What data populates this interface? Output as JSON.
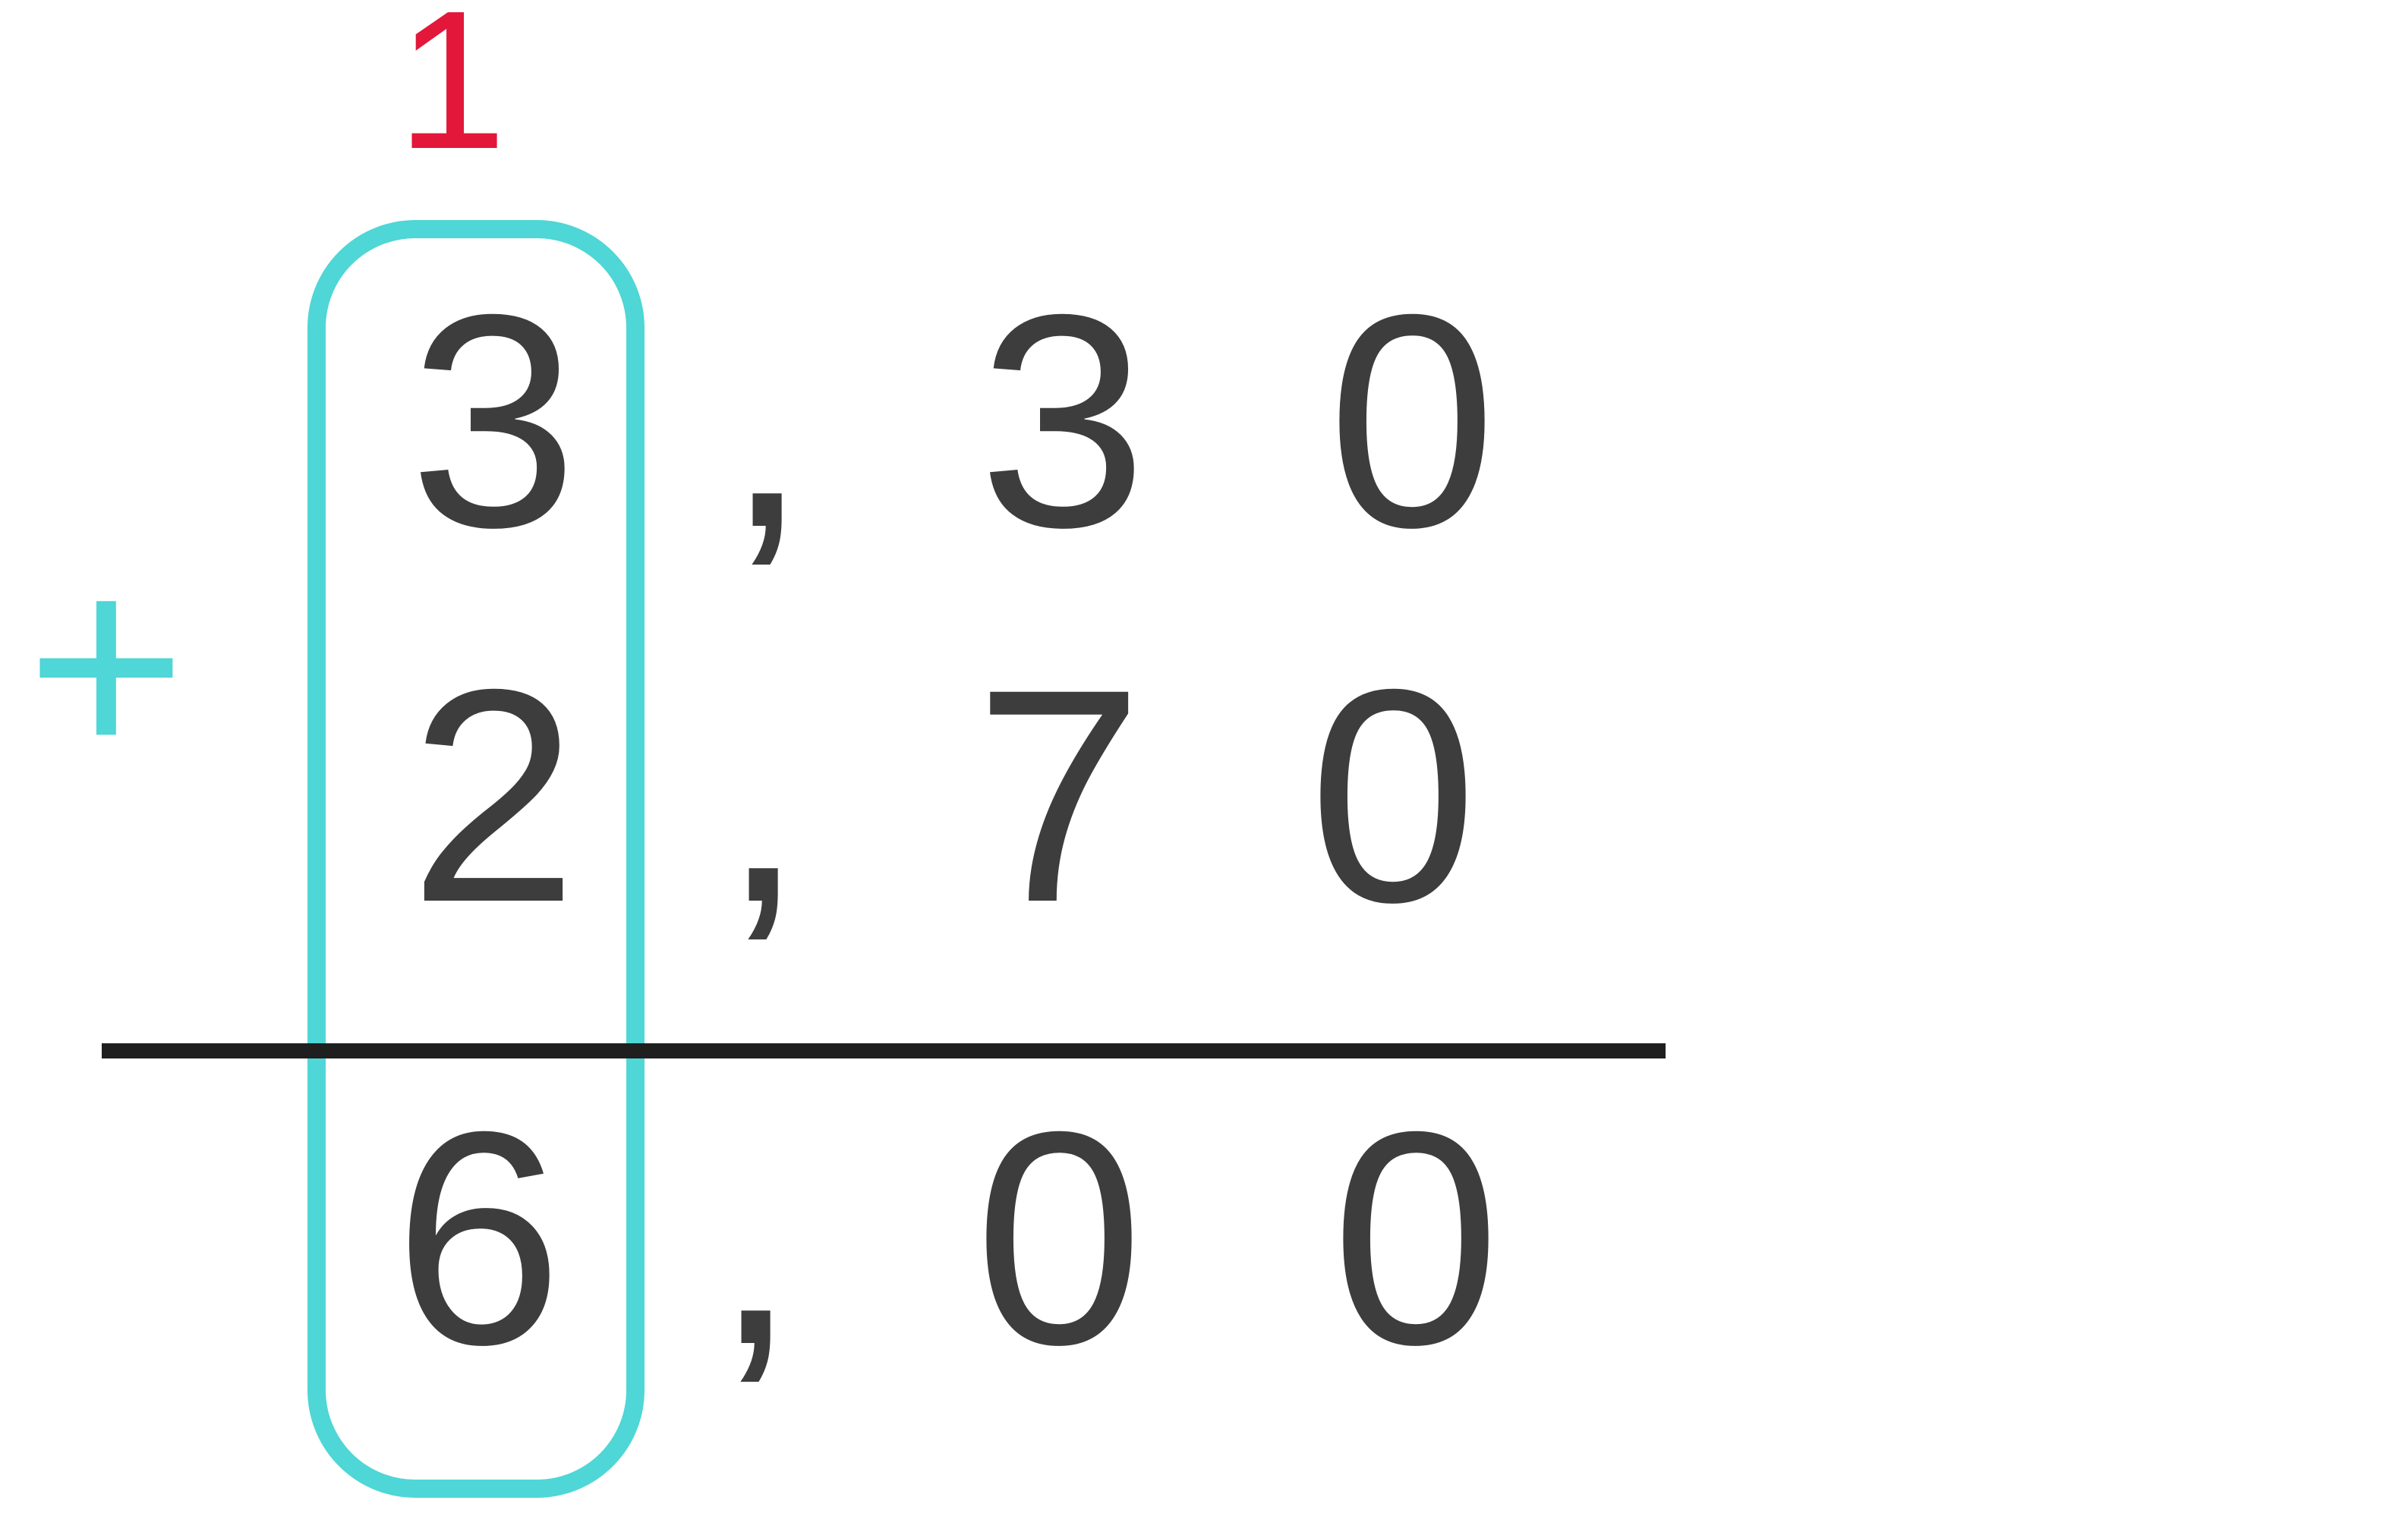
{
  "colors": {
    "digit": "#3d3d3d",
    "accent": "#4fd6d6",
    "carry": "#e3173a",
    "rule": "#1f1f1f"
  },
  "carry": "1",
  "operator": "+",
  "rows": [
    {
      "int": "3",
      "sep": ",",
      "d1": "3",
      "d2": "0"
    },
    {
      "int": "2",
      "sep": ",",
      "d1": "7",
      "d2": "0"
    }
  ],
  "result": {
    "int": "6",
    "sep": ",",
    "d1": "0",
    "d2": "0"
  }
}
